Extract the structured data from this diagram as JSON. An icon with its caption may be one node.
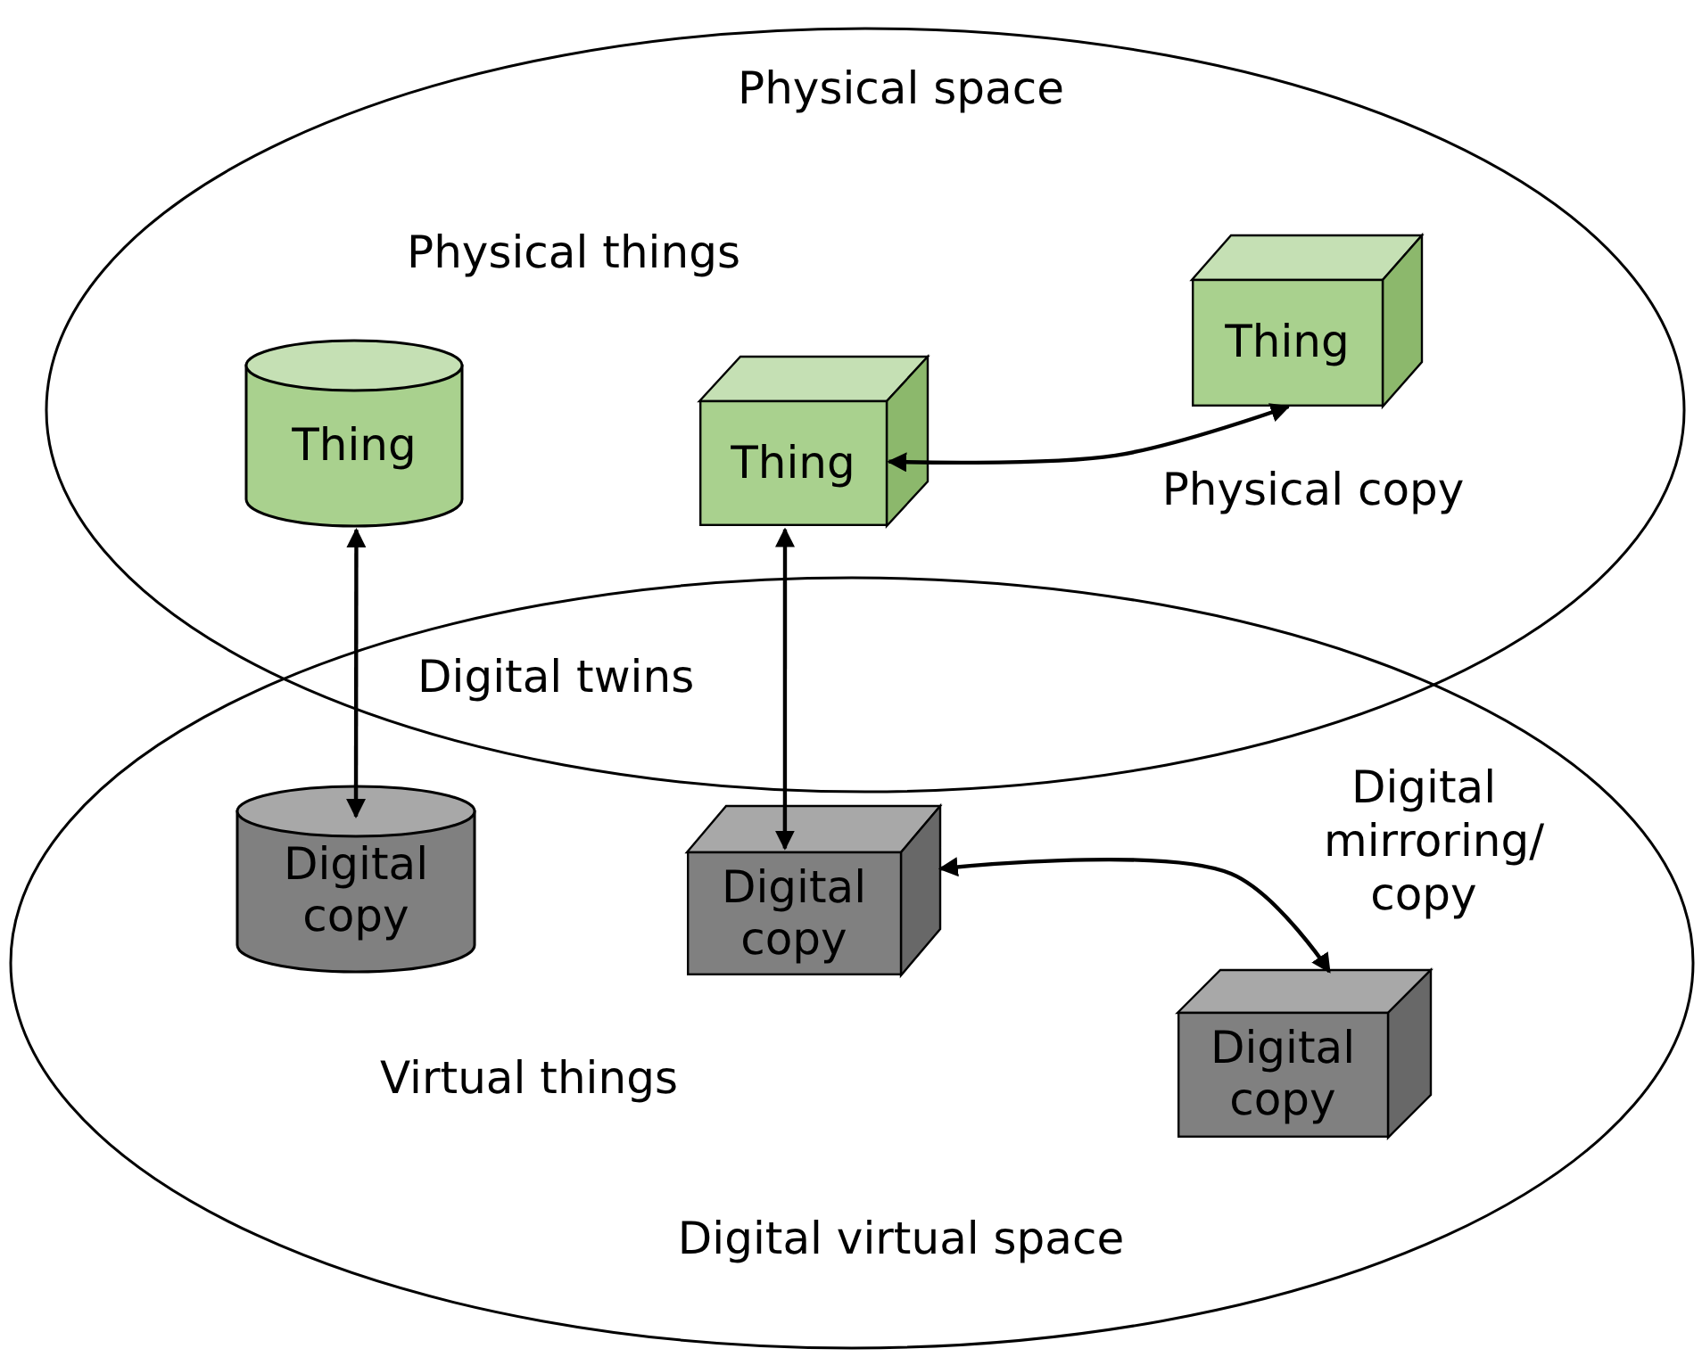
{
  "diagram": {
    "nodes": [
      {
        "text": [
          "Physical space"
        ]
      },
      {
        "text": [
          "Digital virtual space"
        ]
      },
      {
        "text": [
          "Thing"
        ],
        "in": 0
      },
      {
        "text": [
          "Thing"
        ],
        "in": 0
      },
      {
        "text": [
          "Thing"
        ],
        "in": 0
      },
      {
        "text": [
          "Digital copy"
        ],
        "in": 1
      },
      {
        "text": [
          "Digital copy"
        ],
        "in": 1
      },
      {
        "text": [
          "Digital copy"
        ],
        "in": 1
      }
    ],
    "edges": [
      {
        "from": 2,
        "to": 5,
        "arrow": "both"
      },
      {
        "from": 3,
        "to": 6,
        "arrow": "both"
      },
      {
        "from": 3,
        "to": 4,
        "arrow": "both",
        "label": "Physical copy"
      },
      {
        "from": 6,
        "to": 7,
        "arrow": "both",
        "label": "Digital mirroring/ copy"
      }
    ],
    "labels": [
      "Physical things",
      "Digital twins",
      "Virtual things"
    ]
  }
}
